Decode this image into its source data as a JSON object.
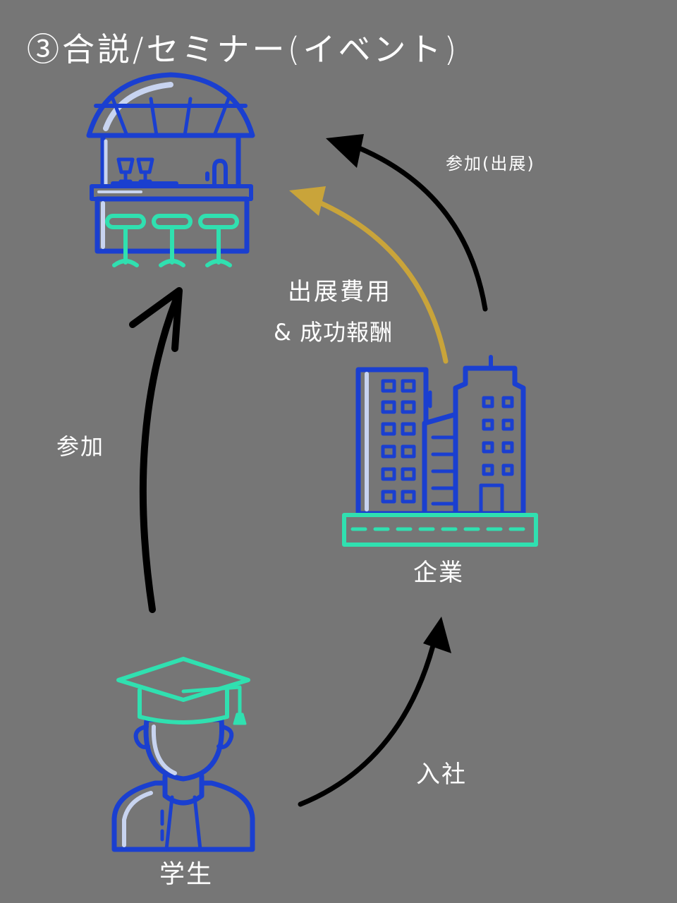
{
  "title": "③合説/セミナー(イベント)",
  "nodes": {
    "event": {
      "icon": "event-booth-icon"
    },
    "company": {
      "label": "企業",
      "icon": "office-building-icon"
    },
    "student": {
      "label": "学生",
      "icon": "graduate-student-icon"
    }
  },
  "edges": {
    "student_to_event": {
      "label": "参加"
    },
    "company_to_event_participate": {
      "label": "参加(出展)"
    },
    "company_to_event_fee": {
      "label_line1": "出展費用",
      "label_line2": "& 成功報酬"
    },
    "student_to_company": {
      "label": "入社"
    }
  },
  "colors": {
    "background": "#767676",
    "icon_blue": "#1a3fd0",
    "icon_teal": "#30e0b0",
    "icon_highlight": "#c8d4f0",
    "arrow_black": "#000000",
    "arrow_gold": "#c9a43a",
    "text": "#ffffff"
  }
}
